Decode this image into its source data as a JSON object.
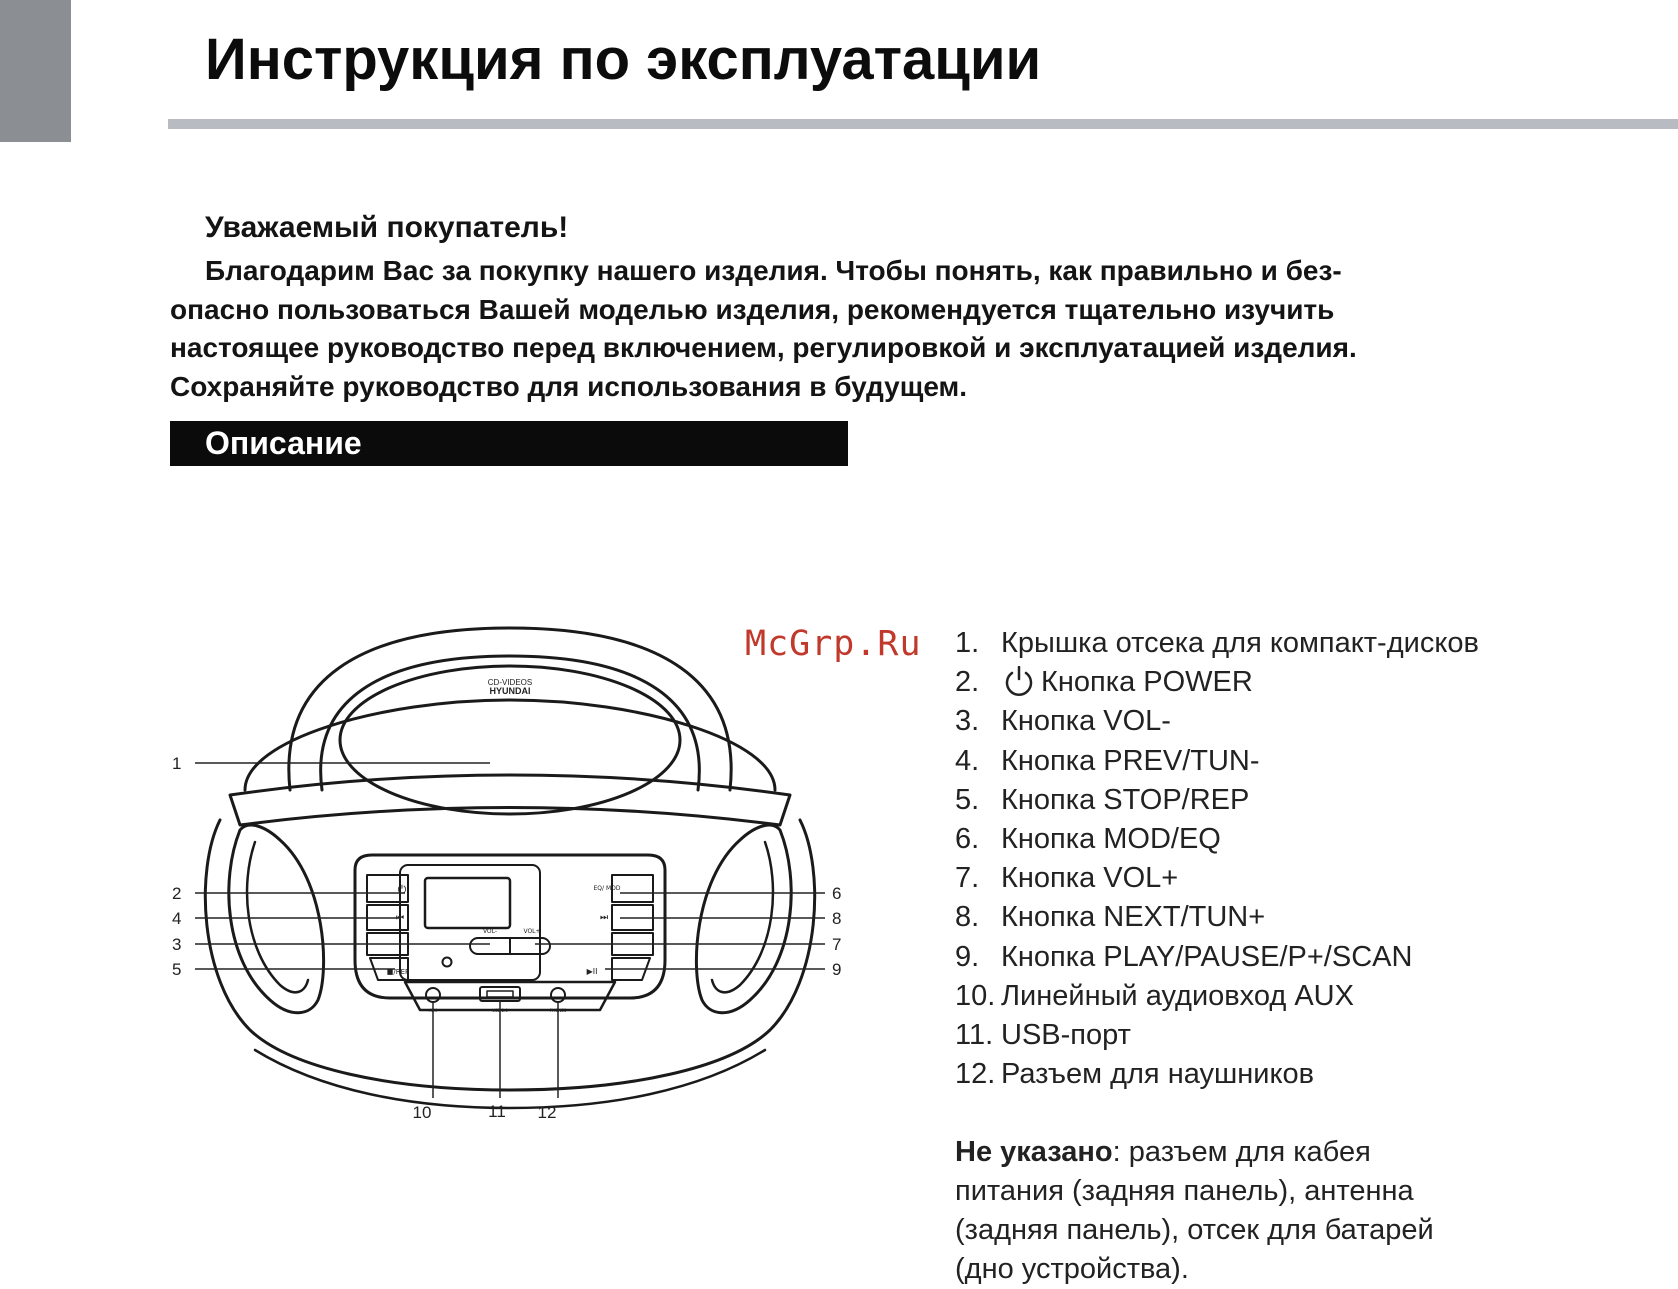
{
  "header": {
    "title": "Инструкция по эксплуатации"
  },
  "intro": {
    "greeting": "Уважаемый покупатель!",
    "lines": [
      "Благодарим Вас за покупку нашего изделия. Чтобы понять, как правильно и без-",
      "опасно пользоваться Вашей моделью изделия, рекомендуется тщательно изучить",
      "настоящее руководство перед включением, регулировкой и эксплуатацией изделия.",
      "Сохраняйте руководство для использования в будущем."
    ]
  },
  "section": {
    "title": "Описание"
  },
  "watermark": "McGrp.Ru",
  "diagram": {
    "brand": "HYUNDAI",
    "model_text": "CD-VIDEOS",
    "callouts_left": [
      "1",
      "2",
      "4",
      "3",
      "5"
    ],
    "callouts_right": [
      "6",
      "8",
      "7",
      "9"
    ],
    "callouts_bottom": [
      "10",
      "11",
      "12"
    ],
    "button_labels": {
      "power": "⏻",
      "prev": "⏮",
      "stop": "■/REP",
      "eq": "EQ/ MOD",
      "next": "⏭",
      "play": "▶II",
      "vol_minus": "VOL-",
      "vol_plus": "VOL+",
      "aux": "AUX",
      "usb": "USB 2.0",
      "phones": "PHONES"
    }
  },
  "parts": [
    {
      "num": "1.",
      "text": "Крышка отсека для компакт-дисков"
    },
    {
      "num": "2.",
      "text": "Кнопка POWER",
      "icon": "power-icon"
    },
    {
      "num": "3.",
      "text": "Кнопка VOL-"
    },
    {
      "num": "4.",
      "text": "Кнопка PREV/TUN-"
    },
    {
      "num": "5.",
      "text": "Кнопка STOP/REP"
    },
    {
      "num": "6.",
      "text": "Кнопка MOD/EQ"
    },
    {
      "num": "7.",
      "text": "Кнопка VOL+"
    },
    {
      "num": "8.",
      "text": "Кнопка NEXT/TUN+"
    },
    {
      "num": "9.",
      "text": "Кнопка PLAY/PAUSE/P+/SCAN"
    },
    {
      "num": "10.",
      "text": "Линейный аудиовход AUX"
    },
    {
      "num": "11.",
      "text": "USB-порт"
    },
    {
      "num": "12.",
      "text": "Разъем для наушников"
    }
  ],
  "note": {
    "label": "Не указано",
    "first_line": ": разъем для кабея",
    "lines": [
      "питания (задняя панель), антенна",
      "(задняя панель), отсек для батарей",
      "(дно устройства)."
    ]
  }
}
